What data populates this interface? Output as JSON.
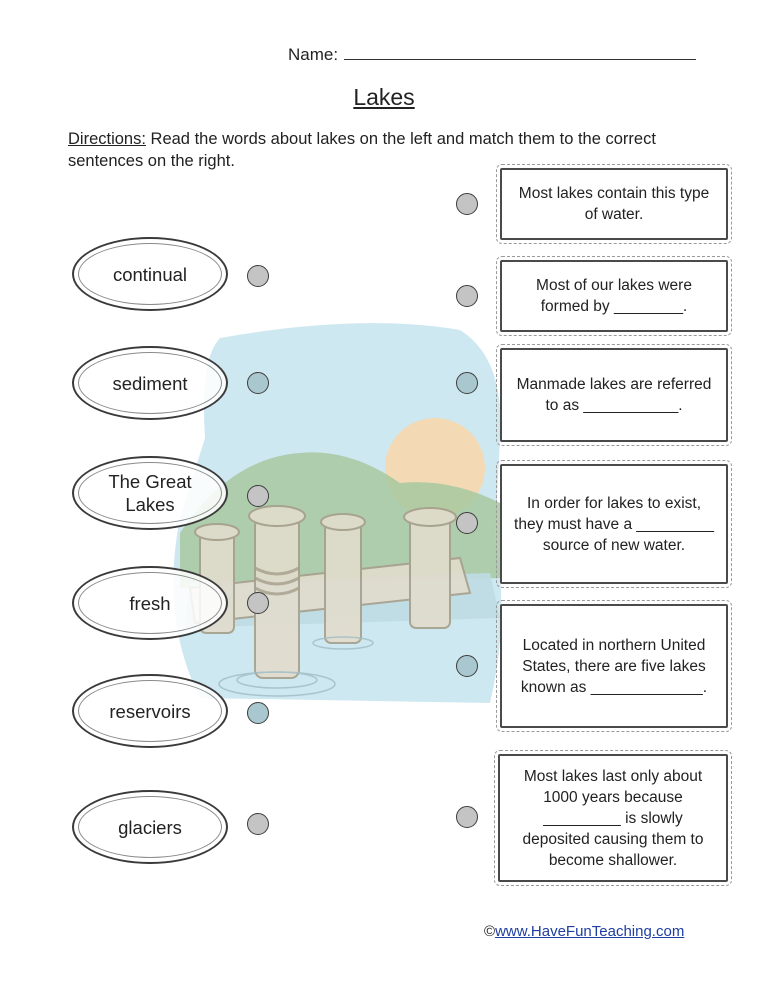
{
  "header": {
    "name_label": "Name:",
    "title": "Lakes"
  },
  "directions": {
    "label": "Directions:",
    "text": " Read the words about lakes on the left and match them to the correct sentences on the right."
  },
  "words": [
    {
      "text": "continual",
      "dot": "gray"
    },
    {
      "text": "sediment",
      "dot": "blue"
    },
    {
      "text": "The Great Lakes",
      "dot": "gray"
    },
    {
      "text": "fresh",
      "dot": "gray"
    },
    {
      "text": "reservoirs",
      "dot": "blue"
    },
    {
      "text": "glaciers",
      "dot": "gray"
    }
  ],
  "sentences": [
    {
      "text": "Most lakes contain this type of water.",
      "dot": "gray"
    },
    {
      "text": "Most of our lakes were formed by ________.",
      "dot": "gray"
    },
    {
      "text": "Manmade lakes are referred to as ___________.",
      "dot": "blue"
    },
    {
      "text": "In order for lakes to exist, they must have a _________ source of new water.",
      "dot": "gray"
    },
    {
      "text": "Located in northern United States, there are five lakes known as _____________.",
      "dot": "blue"
    },
    {
      "text": "Most lakes last only about 1000 years because _________ is slowly deposited causing them to become shallower.",
      "dot": "gray"
    }
  ],
  "footer": {
    "copyright_symbol": "©",
    "link_text": "www.HaveFunTeaching.com"
  },
  "colors": {
    "sky": "#c9e6ef",
    "sun": "#f7d8ad",
    "hill": "#a7c8a0",
    "dot_gray": "#c4c4c4",
    "dot_blue": "#a9c7cf",
    "link": "#1f3ea0"
  }
}
